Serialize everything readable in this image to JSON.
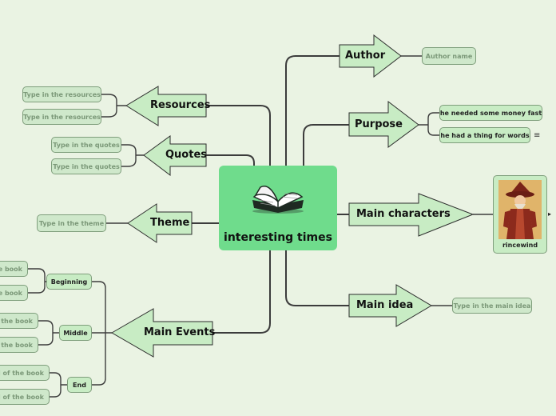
{
  "central_topic": "interesting times",
  "branches": {
    "author": {
      "label": "Author",
      "children": [
        "Author name"
      ]
    },
    "purpose": {
      "label": "Purpose",
      "children": [
        "he needed some money fast",
        "he had a thing for words"
      ]
    },
    "main_characters": {
      "label": "Main characters",
      "character": "rincewind"
    },
    "main_idea": {
      "label": "Main idea",
      "children": [
        "Type in the main idea"
      ]
    },
    "resources": {
      "label": "Resources",
      "children": [
        "Type in the resources",
        "Type in the resources"
      ]
    },
    "quotes": {
      "label": "Quotes",
      "children": [
        "Type in the quotes",
        "Type in the quotes"
      ]
    },
    "theme": {
      "label": "Theme",
      "children": [
        "Type in the theme"
      ]
    },
    "main_events": {
      "label": "Main Events",
      "groups": [
        {
          "label": "Beginning",
          "children": [
            "he book",
            "he book"
          ]
        },
        {
          "label": "Middle",
          "children": [
            "of the book",
            "of the book"
          ]
        },
        {
          "label": "End",
          "children": [
            "nd of the book",
            "nd of the book"
          ]
        }
      ]
    }
  },
  "icons": {
    "center": "open-book-icon",
    "notes": "notes-icon",
    "expand": "expand-arrow-icon"
  },
  "colors": {
    "background": "#eaf3e3",
    "central": "#6fdc8c",
    "topic_fill": "#c8ecc4",
    "line": "#3c3c3c"
  }
}
